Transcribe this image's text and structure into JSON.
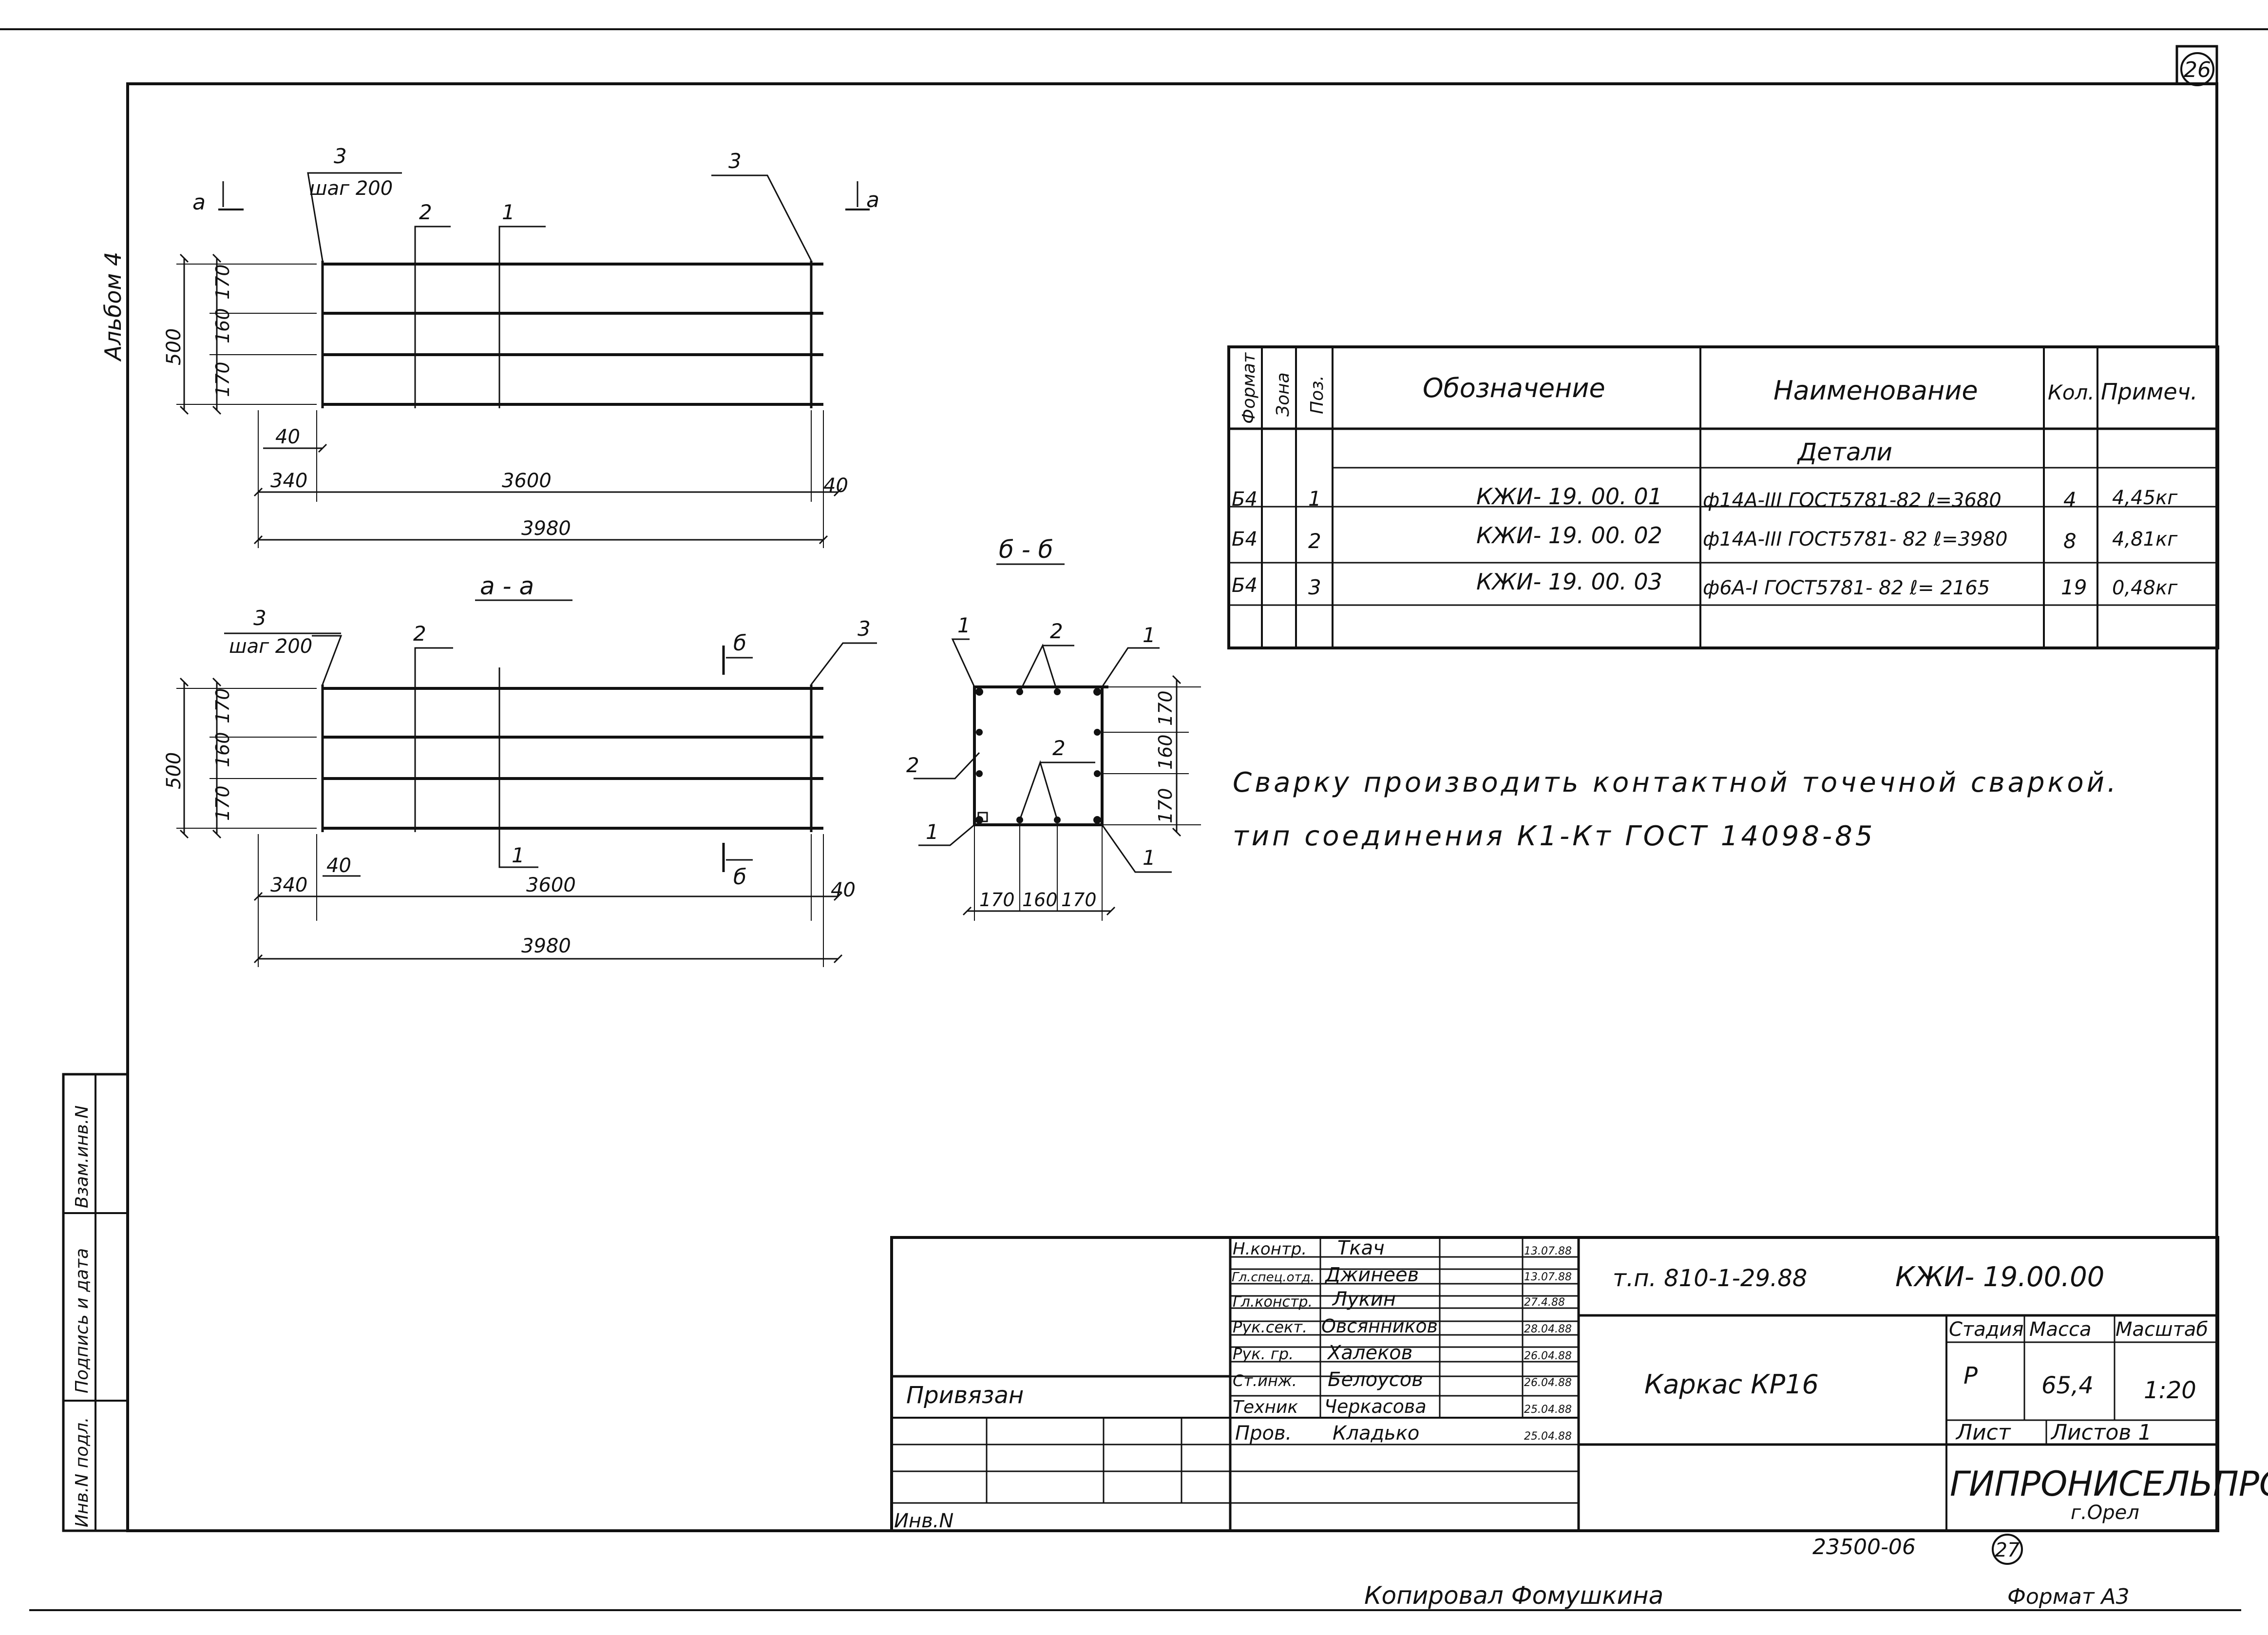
{
  "sheet": {
    "number": "26",
    "album": "Альбом 4",
    "designation_prefix": "т.п. 810-1-29.88",
    "designation": "КЖИ- 19.00.00",
    "title": "Каркас КР16",
    "stage": "Р",
    "mass": "65,4",
    "scale": "1:20",
    "organization": "ГИПРОНИСЕЛЬПРОМ",
    "city": "г.Орел",
    "inventory_bottom": "23500-06",
    "circled_bottom": "27",
    "copied_by": "Копировал Фомушкина",
    "format": "Формат А3"
  },
  "title_block": {
    "headers": {
      "stage": "Стадия",
      "mass": "Масса",
      "scale": "Масштаб",
      "sheet": "Лист",
      "sheets": "Листов 1"
    },
    "rows": [
      {
        "role": "Н.контр.",
        "name": "Ткач",
        "date": "13.07.88"
      },
      {
        "role": "Гл.спец.отд.",
        "name": "Джинеев",
        "date": "13.07.88"
      },
      {
        "role": "Гл.констр.",
        "name": "Лукин",
        "date": "27.4.88"
      },
      {
        "role": "Рук.сект.",
        "name": "Овсянников",
        "date": "28.04.88"
      },
      {
        "role": "Рук. гр.",
        "name": "Халеков",
        "date": "26.04.88"
      },
      {
        "role": "Ст.инж.",
        "name": "Белоусов",
        "date": "26.04.88"
      },
      {
        "role": "Техник",
        "name": "Черкасова",
        "date": "25.04.88"
      },
      {
        "role": "Пров.",
        "name": "Кладько",
        "date": "25.04.88"
      }
    ],
    "privyazan": "Привязан",
    "inv_no": "Инв.N"
  },
  "side_stamp": {
    "cells": [
      "Инв.N подл.",
      "Подпись и дата",
      "Взам.инв.N"
    ]
  },
  "spec_table": {
    "headers": {
      "format": "Формат",
      "zone": "Зона",
      "pos": "Поз.",
      "designation": "Обозначение",
      "name": "Наименование",
      "qty": "Кол.",
      "note": "Примеч."
    },
    "section": "Детали",
    "rows": [
      {
        "format": "Б4",
        "pos": "1",
        "designation": "КЖИ- 19. 00. 01",
        "name": "ф14А-III ГОСТ5781-82  ℓ=3680",
        "qty": "4",
        "note": "4,45кг"
      },
      {
        "format": "Б4",
        "pos": "2",
        "designation": "КЖИ- 19. 00. 02",
        "name": "ф14А-III ГОСТ5781- 82  ℓ=3980",
        "qty": "8",
        "note": "4,81кг"
      },
      {
        "format": "Б4",
        "pos": "3",
        "designation": "КЖИ- 19. 00. 03",
        "name": "ф6А-I ГОСТ5781- 82  ℓ= 2165",
        "qty": "19",
        "note": "0,48кг"
      }
    ]
  },
  "notes": {
    "line1": "Сварку производить контактной точечной сваркой.",
    "line2": "тип соединения К1-Кт ГОСТ 14098-85"
  },
  "drawing": {
    "section_aa": "а - а",
    "section_bb": "б - б",
    "mark_a": "а",
    "mark_b": "б",
    "pitch": "шаг 200",
    "pos1": "1",
    "pos2": "2",
    "pos3": "3",
    "dim_500": "500",
    "dim_170": "170",
    "dim_160": "160",
    "dim_40": "40",
    "dim_340": "340",
    "dim_3600": "3600",
    "dim_3980": "3980"
  }
}
